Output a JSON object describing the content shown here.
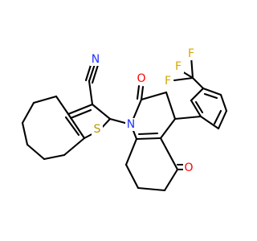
{
  "molecule": {
    "atoms": [
      {
        "label": "N",
        "color": "#2233ff"
      },
      {
        "label": "S",
        "color": "#b59a00"
      },
      {
        "label": "N",
        "color": "#2233ff"
      },
      {
        "label": "O",
        "color": "#ff0000"
      },
      {
        "label": "O",
        "color": "#ff0000"
      },
      {
        "label": "F",
        "color": "#d4a800"
      },
      {
        "label": "F",
        "color": "#d4a800"
      },
      {
        "label": "F",
        "color": "#d4a800"
      }
    ]
  }
}
